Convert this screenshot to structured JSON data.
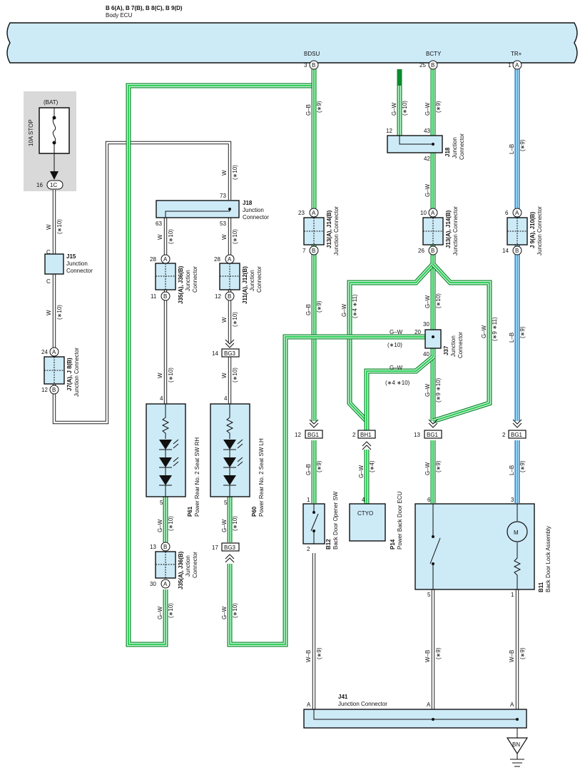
{
  "ecu": {
    "title": "B 6(A), B 7(B), B 8(C), B 9(D)",
    "subtitle": "Body ECU",
    "bdsu": "BDSU",
    "bcty": "BCTY",
    "trplus": "TR+",
    "pin_bdsu": "3",
    "pin_bdsu_letter": "B",
    "pin_bcty": "25",
    "pin_bcty_letter": "B",
    "pin_tr": "1",
    "pin_tr_letter": "A"
  },
  "fuse": {
    "bat": "(BAT)",
    "name": "10A STOP",
    "pin": "16",
    "pin_letter": "1C"
  },
  "wires": {
    "w": "W",
    "gb": "G–B",
    "gw": "G–W",
    "lb": "L–B",
    "wb": "W–B",
    "n10": "(∗10)",
    "n9": "(∗9)",
    "n4": "(∗4)",
    "n4_11": "(∗4 ∗11)",
    "n4_10": "(∗4 ∗10)",
    "n9_10": "(∗9 ∗10)",
    "n9_11": "(∗9 ∗11)",
    "c": "C"
  },
  "connectors": {
    "j15": {
      "id": "J15",
      "name1": "Junction",
      "name2": "Connector"
    },
    "j7": {
      "id": "J7(A), J 8(B)",
      "name": "Junction Connector",
      "pin_a": "24",
      "pin_b": "12"
    },
    "j18a": {
      "id": "J18",
      "name1": "Junction",
      "name2": "Connector",
      "p73": "73",
      "p63": "63",
      "p53": "53"
    },
    "j35a": {
      "id": "J35(A), J36(B)",
      "name1": "Junction",
      "name2": "Connector",
      "pin_a": "28",
      "pin_b": "11"
    },
    "j11": {
      "id": "J11(A), J12(B)",
      "name1": "Junction",
      "name2": "Connector",
      "pin_a": "28",
      "pin_b": "12"
    },
    "j13a": {
      "id": "J13(A), J14(B)",
      "name": "Junction Connector",
      "pin_a": "23",
      "pin_b": "7"
    },
    "j13b": {
      "id": "J13(A), J14(B)",
      "name": "Junction Connector",
      "pin_a": "10",
      "pin_b": "26"
    },
    "j18b": {
      "id": "J18",
      "name1": "Junction",
      "name2": "Connector",
      "p12": "12",
      "p43": "43",
      "p42": "42"
    },
    "j9": {
      "id": "J 9(A), J10(B)",
      "name": "Junction Connector",
      "pin_a": "6",
      "pin_b": "14"
    },
    "j37": {
      "id": "J37",
      "name1": "Junction",
      "name2": "Connector",
      "p30": "30",
      "p20": "20",
      "p40": "40"
    },
    "j35b": {
      "id": "J35(A), J36(B)",
      "name1": "Junction",
      "name2": "Connector",
      "pin_a": "13",
      "pin_b": "30"
    },
    "j41": {
      "id": "J41",
      "name": "Junction Connector",
      "a": "A"
    },
    "bg3a": {
      "label": "BG3",
      "pin": "14"
    },
    "bg3b": {
      "label": "BG3",
      "pin": "17"
    },
    "bg1a": {
      "label": "BG1",
      "pin": "12"
    },
    "bh1": {
      "label": "BH1",
      "pin": "2"
    },
    "bg1b": {
      "label": "BG1",
      "pin": "13"
    },
    "bg1c": {
      "label": "BG1",
      "pin": "2"
    }
  },
  "components": {
    "p61": {
      "id": "P61",
      "name": "Power Rear No. 2 Seat SW RH",
      "pin_top": "4",
      "pin_bot": "5"
    },
    "p60": {
      "id": "P60",
      "name": "Power Rear No. 2 Seat SW LH",
      "pin_top": "4",
      "pin_bot": "5"
    },
    "b12": {
      "id": "B12",
      "name": "Back Door Opener SW",
      "pin_top": "1",
      "pin_bot": "2"
    },
    "p14": {
      "id": "P14",
      "name": "Power Back Door ECU",
      "inner": "CTYO",
      "pin": "4"
    },
    "b11": {
      "id": "B11",
      "name": "Back Door Lock Assembly",
      "pin6": "6",
      "pin3": "3",
      "pin5": "5",
      "pin1": "1",
      "motor": "M"
    }
  },
  "ground": {
    "label": "BN"
  }
}
